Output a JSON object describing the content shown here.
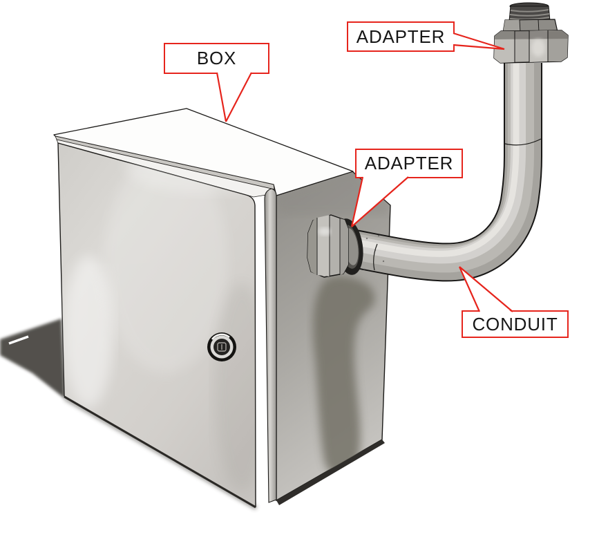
{
  "callouts": {
    "box": {
      "label": "BOX"
    },
    "adapter_top": {
      "label": "ADAPTER"
    },
    "adapter_side": {
      "label": "ADAPTER"
    },
    "conduit": {
      "label": "CONDUIT"
    }
  },
  "colors": {
    "leader_red": "#e6241c",
    "text": "#161616",
    "edge_black": "#1b1a18",
    "door_gray": "#d6d4d0",
    "panel_gray": "#a7a5a0",
    "pipe_gray": "#a5a39e",
    "background": "#ffffff"
  }
}
